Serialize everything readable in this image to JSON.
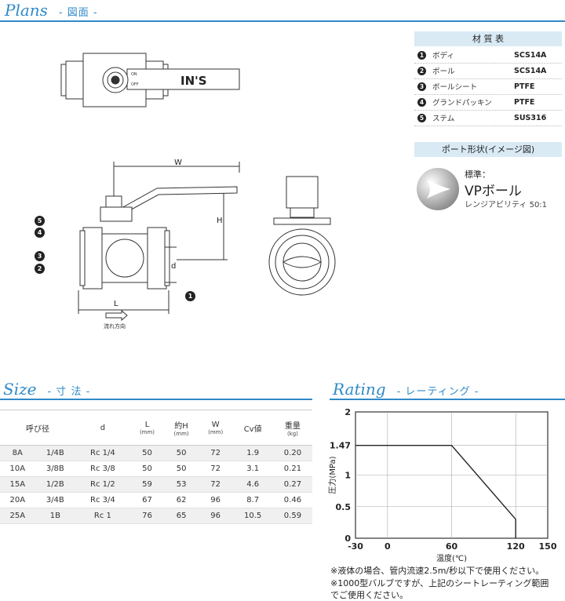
{
  "plans": {
    "title": "Plans",
    "subtitle": "- 図面 -"
  },
  "size": {
    "title": "Size",
    "subtitle": "- 寸 法 -"
  },
  "rating": {
    "title": "Rating",
    "subtitle": "- レーティング -"
  },
  "drawing": {
    "brand": "IN'S",
    "on_label": "ON",
    "off_label": "OFF",
    "dim_w": "W",
    "dim_h": "H",
    "dim_l": "L",
    "dim_d": "d",
    "flow_label": "流れ方向"
  },
  "materials": {
    "header": "材 質 表",
    "rows": [
      {
        "num": "1",
        "part": "ボディ",
        "material": "SCS14A"
      },
      {
        "num": "2",
        "part": "ボール",
        "material": "SCS14A"
      },
      {
        "num": "3",
        "part": "ボールシート",
        "material": "PTFE"
      },
      {
        "num": "4",
        "part": "グランドパッキン",
        "material": "PTFE"
      },
      {
        "num": "5",
        "part": "ステム",
        "material": "SUS316"
      }
    ]
  },
  "port": {
    "header": "ポート形状(イメージ図)",
    "standard": "標準：",
    "type": "VPボール",
    "rangeability": "レンジアビリティ 50:1"
  },
  "size_table": {
    "headers": [
      {
        "label": "呼び径",
        "unit": ""
      },
      {
        "label": "d",
        "unit": ""
      },
      {
        "label": "L",
        "unit": "(mm)"
      },
      {
        "label": "約H",
        "unit": "(mm)"
      },
      {
        "label": "W",
        "unit": "(mm)"
      },
      {
        "label": "Cv値",
        "unit": ""
      },
      {
        "label": "重量",
        "unit": "(kg)"
      }
    ],
    "rows": [
      [
        "8A",
        "1/4B",
        "Rc 1/4",
        "50",
        "50",
        "72",
        "1.9",
        "0.20"
      ],
      [
        "10A",
        "3/8B",
        "Rc 3/8",
        "50",
        "50",
        "72",
        "3.1",
        "0.21"
      ],
      [
        "15A",
        "1/2B",
        "Rc 1/2",
        "59",
        "53",
        "72",
        "4.6",
        "0.27"
      ],
      [
        "20A",
        "3/4B",
        "Rc 3/4",
        "67",
        "62",
        "96",
        "8.7",
        "0.46"
      ],
      [
        "25A",
        "1B",
        "Rc 1",
        "76",
        "65",
        "96",
        "10.5",
        "0.59"
      ]
    ]
  },
  "chart_data": {
    "type": "line",
    "xlabel": "温度(℃)",
    "ylabel": "圧力(MPa)",
    "xlim": [
      -30,
      150
    ],
    "ylim": [
      0,
      2
    ],
    "x_ticks": [
      "-30",
      "0",
      "60",
      "120",
      "150"
    ],
    "y_ticks": [
      "0",
      "0.5",
      "1",
      "1.47",
      "2"
    ],
    "series": [
      {
        "x": [
          -30,
          60,
          120,
          120
        ],
        "y": [
          1.47,
          1.47,
          0.3,
          0
        ]
      }
    ]
  },
  "notes": [
    "※液体の場合、管内流速2.5m/秒以下で使用ください。",
    "※1000型バルブですが、上記のシートレーティング範囲",
    "でご使用ください。"
  ]
}
